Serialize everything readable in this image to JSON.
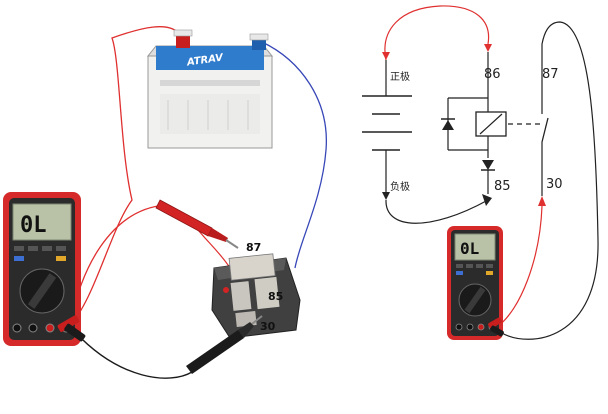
{
  "battery": {
    "brand": "ATRAV"
  },
  "meters": {
    "left_display": "0L",
    "right_display": "0L"
  },
  "relay_physical": {
    "pins": [
      "87",
      "85",
      "30"
    ]
  },
  "schematic": {
    "battery_positive": "正极",
    "battery_negative": "负极",
    "pin_86": "86",
    "pin_87": "87",
    "pin_85": "85",
    "pin_30": "30"
  },
  "colors": {
    "probe_red": "#d22424",
    "probe_black": "#1b1b1b",
    "wire_red": "#e03030",
    "wire_blue": "#3747b8",
    "meter_body": "#d62a2a"
  }
}
